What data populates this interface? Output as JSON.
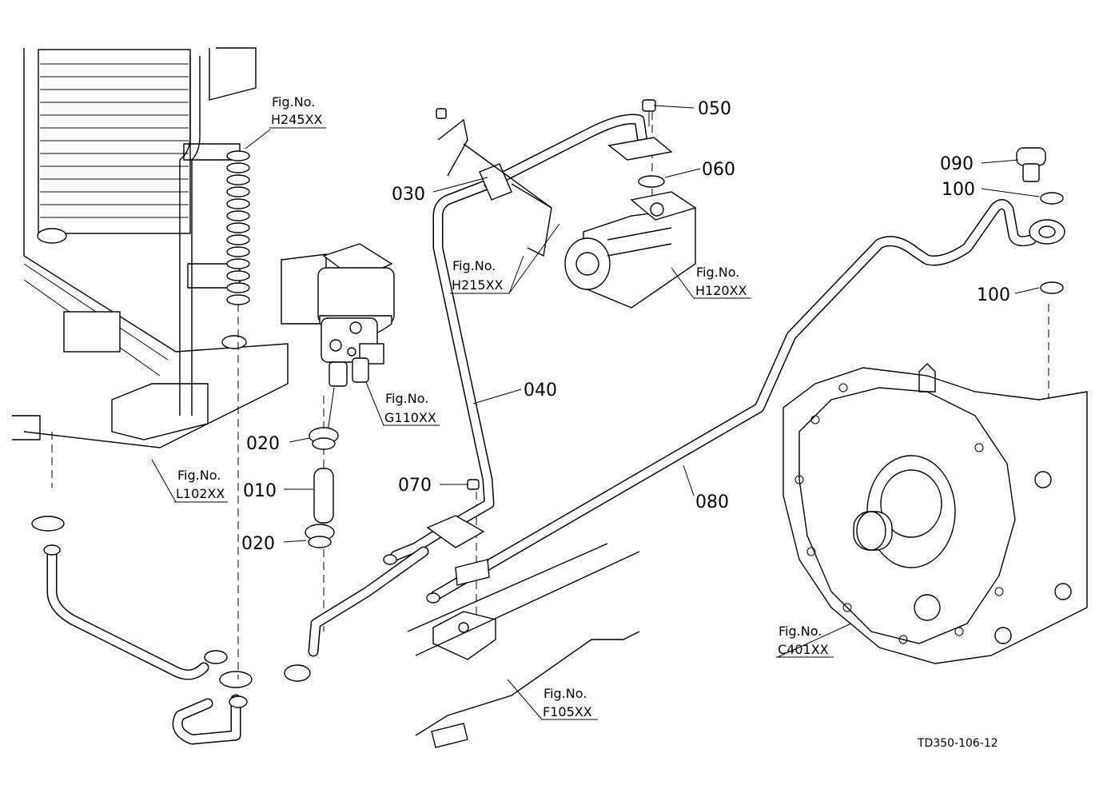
{
  "parts": [
    {
      "id": "p010",
      "number": "010"
    },
    {
      "id": "p020a",
      "number": "020"
    },
    {
      "id": "p020b",
      "number": "020"
    },
    {
      "id": "p030",
      "number": "030"
    },
    {
      "id": "p040",
      "number": "040"
    },
    {
      "id": "p050",
      "number": "050"
    },
    {
      "id": "p060",
      "number": "060"
    },
    {
      "id": "p070",
      "number": "070"
    },
    {
      "id": "p080",
      "number": "080"
    },
    {
      "id": "p090",
      "number": "090"
    },
    {
      "id": "p100a",
      "number": "100"
    },
    {
      "id": "p100b",
      "number": "100"
    }
  ],
  "figure_refs": [
    {
      "id": "h245",
      "prefix": "Fig.No.",
      "code": "H245XX"
    },
    {
      "id": "h215",
      "prefix": "Fig.No.",
      "code": "H215XX"
    },
    {
      "id": "h120",
      "prefix": "Fig.No.",
      "code": "H120XX"
    },
    {
      "id": "g110",
      "prefix": "Fig.No.",
      "code": "G110XX"
    },
    {
      "id": "l102",
      "prefix": "Fig.No.",
      "code": "L102XX"
    },
    {
      "id": "f105",
      "prefix": "Fig.No.",
      "code": "F105XX"
    },
    {
      "id": "c401",
      "prefix": "Fig.No.",
      "code": "C401XX"
    }
  ],
  "drawing_code": "TD350-106-12"
}
